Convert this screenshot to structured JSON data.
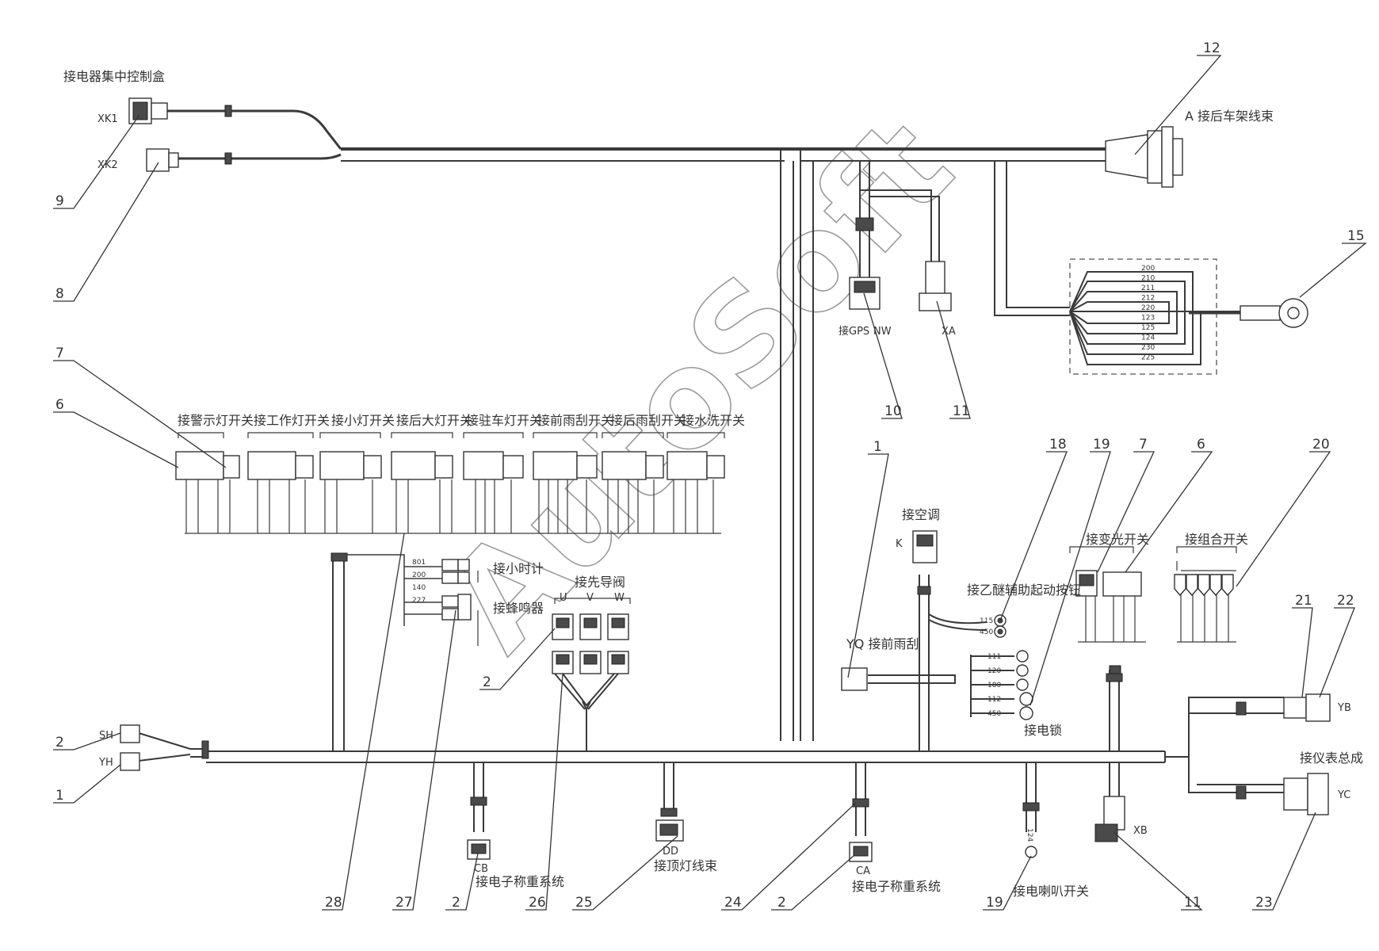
{
  "watermark": "AutoSoft",
  "labels": {
    "relay_box": "接电器集中控制盒",
    "xk1": "XK1",
    "xk2": "XK2",
    "rear_frame": "A  接后车架线束",
    "gps": "接GPS",
    "nw": "NW",
    "xa": "XA",
    "sw_warning": "接警示灯开关",
    "sw_work": "接工作灯开关",
    "sw_small": "接小灯开关",
    "sw_headlamp": "接后大灯开关",
    "sw_parking": "接驻车灯开关",
    "sw_front_wiper": "接前雨刮开关",
    "sw_rear_wiper": "接后雨刮开关",
    "sw_washer": "接水洗开关",
    "hour_meter": "接小时计",
    "buzzer": "接蜂鸣器",
    "pilot_valve": "接先导阀",
    "u": "U",
    "v": "V",
    "w": "W",
    "aircon": "接空调",
    "k": "K",
    "ether_button": "接乙醚辅助起动按钮",
    "front_wiper": "YQ 接前雨刮",
    "ignition": "接电锁",
    "dimmer_switch": "接变光开关",
    "combo_switch": "接组合开关",
    "instrument": "接仪表总成",
    "yb": "YB",
    "yc": "YC",
    "xb": "XB",
    "sh": "SH",
    "yh": "YH",
    "cb": "CB",
    "weigh1": "接电子称重系统",
    "dd": "DD",
    "roof_lamp": "接顶灯线束",
    "ca": "CA",
    "weigh2": "接电子称重系统",
    "horn_switch": "接电喇叭开关",
    "horn_wire": "124"
  },
  "wire_numbers": {
    "ground_block": [
      "200",
      "210",
      "211",
      "212",
      "220",
      "123",
      "125",
      "124",
      "230",
      "225"
    ],
    "ether": [
      "115",
      "450"
    ],
    "ignition": [
      "111",
      "120",
      "180",
      "112",
      "450"
    ],
    "hour_buzzer": [
      "801",
      "200",
      "140",
      "227"
    ]
  },
  "callouts": {
    "c12": "12",
    "c15": "15",
    "c9": "9",
    "c8": "8",
    "c7": "7",
    "c6": "6",
    "c10": "10",
    "c11a": "11",
    "c1a": "1",
    "c18": "18",
    "c19a": "19",
    "c7b": "7",
    "c6b": "6",
    "c20": "20",
    "c21": "21",
    "c22": "22",
    "c2a": "2",
    "c1b": "1",
    "c2b": "2",
    "c28": "28",
    "c27": "27",
    "c2c": "2",
    "c26": "26",
    "c25": "25",
    "c24": "24",
    "c2d": "2",
    "c19b": "19",
    "c11b": "11",
    "c23": "23"
  }
}
